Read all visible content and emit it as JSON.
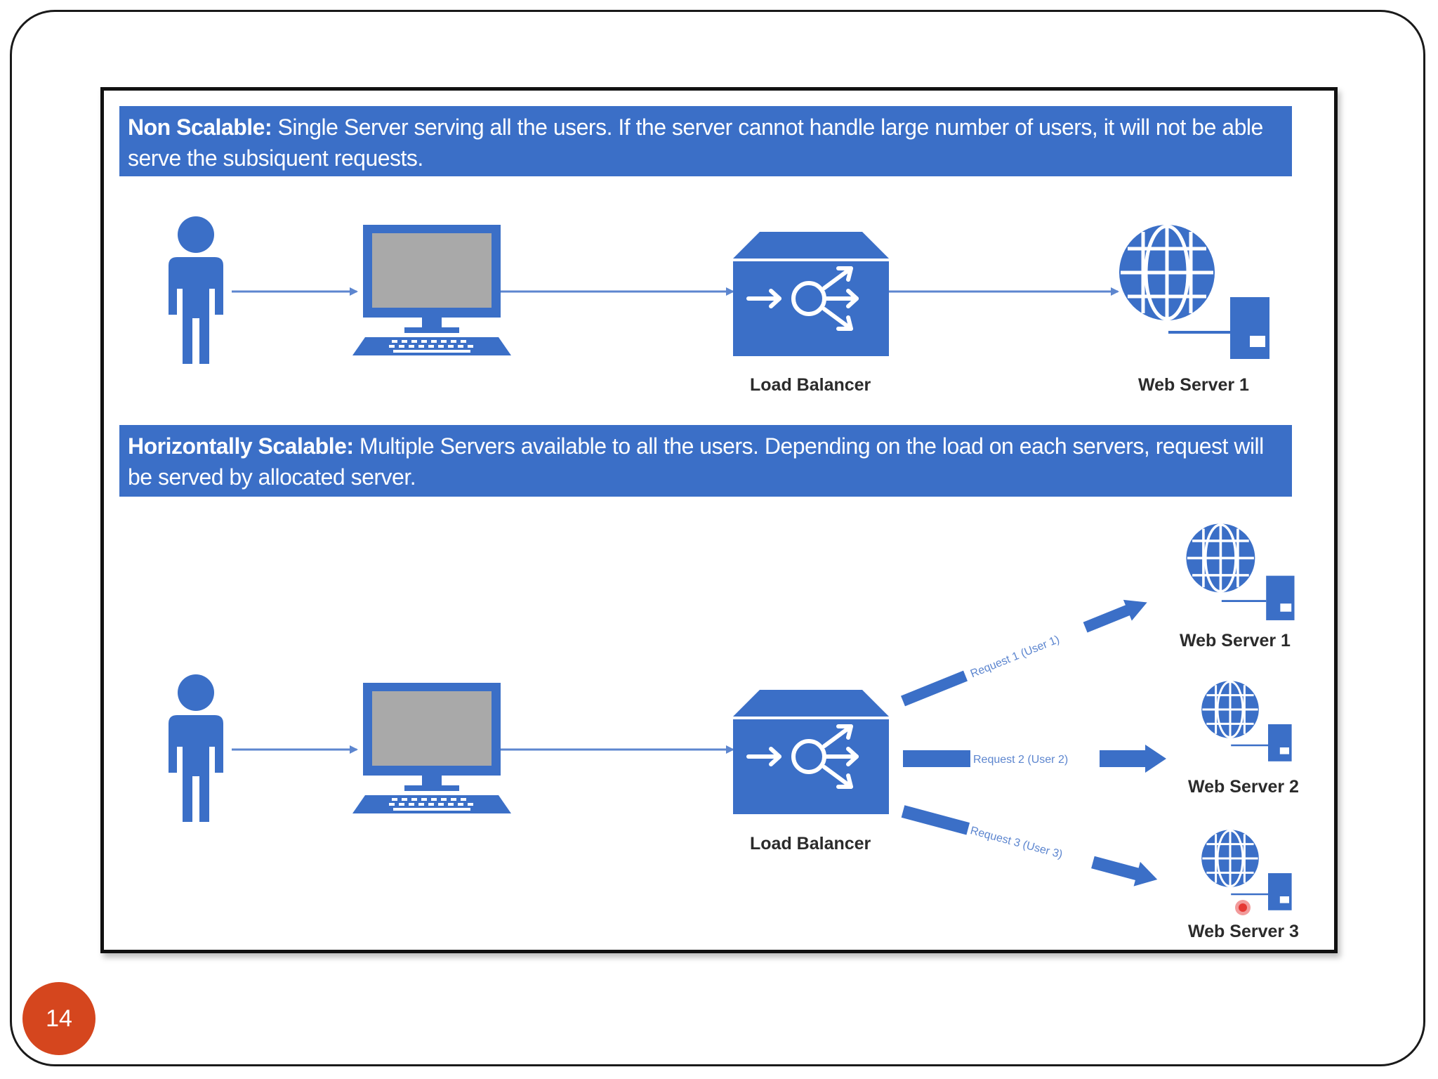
{
  "slide": {
    "page_number": "14"
  },
  "non_scalable": {
    "heading": "Non Scalable:",
    "description": " Single Server serving all the users. If the server cannot handle large number of users, it will not be able serve the subsiquent requests.",
    "load_balancer_label": "Load Balancer",
    "web_server_label": "Web Server 1"
  },
  "horizontally_scalable": {
    "heading": "Horizontally Scalable:",
    "description": " Multiple Servers available to all the users. Depending on the load on each servers, request will be served by allocated server.",
    "load_balancer_label": "Load Balancer",
    "web_servers": [
      "Web Server 1",
      "Web Server 2",
      "Web Server 3"
    ],
    "requests": [
      "Request 1 (User 1)",
      "Request 2 (User 2)",
      "Request 3 (User 3)"
    ]
  },
  "colors": {
    "accent_blue": "#3b6fc7",
    "screen_gray": "#a9a9a9",
    "page_badge": "#d5461e",
    "cursor_red": "#e53935"
  }
}
